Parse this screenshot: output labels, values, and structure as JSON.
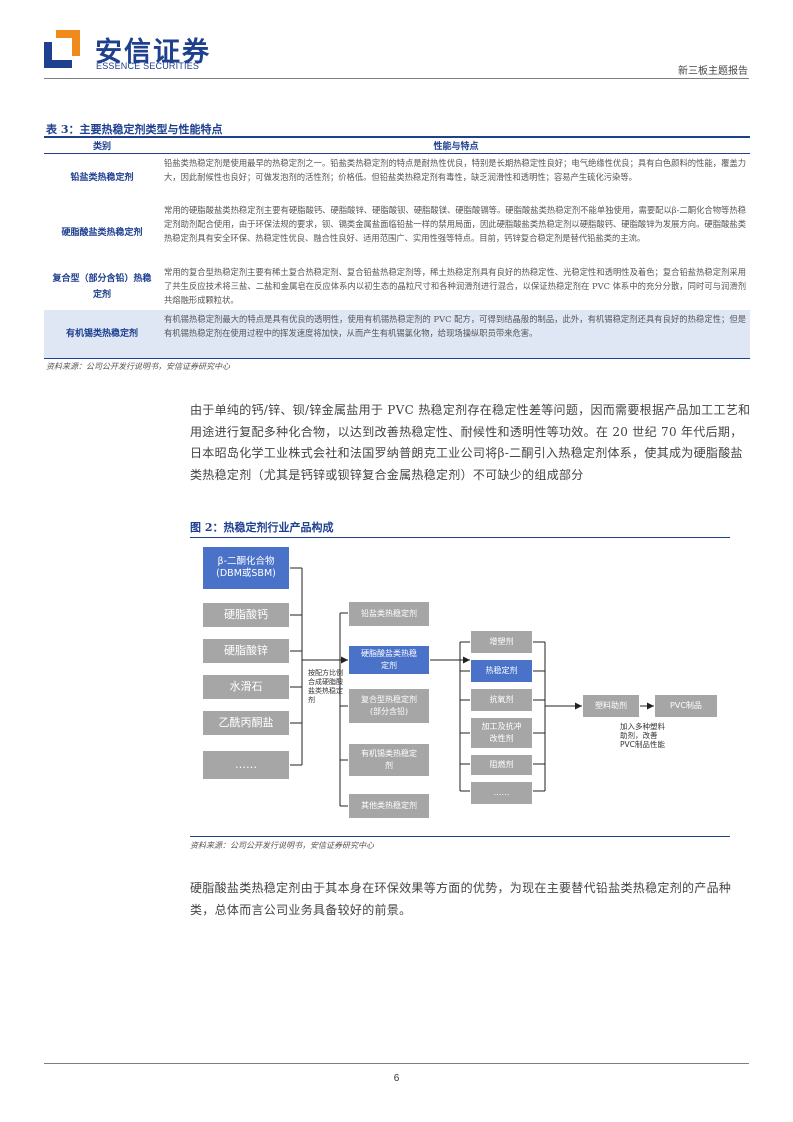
{
  "header": {
    "company_cn": "安信证券",
    "company_en": "ESSENCE SECURITIES",
    "report_type": "新三板主题报告"
  },
  "table": {
    "title": "表 3：主要热稳定剂类型与性能特点",
    "columns": [
      "类别",
      "性能与特点"
    ],
    "rows": [
      {
        "category": "铅盐类热稳定剂",
        "desc": "铅盐类热稳定剂是使用最早的热稳定剂之一。铅盐类热稳定剂的特点是耐热性优良，特别是长期热稳定性良好；电气绝缘性优良；具有白色颜料的性能，覆盖力大，因此耐候性也良好；可做发泡剂的活性剂；价格低。但铅盐类热稳定剂有毒性，缺乏润滑性和透明性；容易产生硫化污染等。"
      },
      {
        "category": "硬脂酸盐类热稳定剂",
        "desc": "常用的硬脂酸盐类热稳定剂主要有硬脂酸钙、硬脂酸锌、硬脂酸钡、硬脂酸镁、硬脂酸镉等。硬脂酸盐类热稳定剂不能单独使用，需要配以β-二酮化合物等热稳定剂助剂配合使用，由于环保法规的要求，钡、镉类金属盐面临铅盐一样的禁用局面，因此硬脂酸盐类热稳定剂以硬脂酸钙、硬脂酸锌为发展方向。硬脂酸盐类热稳定剂具有安全环保、热稳定性优良、融合性良好、适用范围广、实用性强等特点。目前，钙锌复合稳定剂是替代铅盐类的主流。"
      },
      {
        "category": "复合型（部分含铅）热稳定剂",
        "desc": "常用的复合型热稳定剂主要有稀土复合热稳定剂、复合铅盐热稳定剂等，稀土热稳定剂具有良好的热稳定性、光稳定性和透明性及着色；复合铅盐热稳定剂采用了共生反应技术将三盐、二盐和金属皂在反应体系内以初生态的晶粒尺寸和各种润滑剂进行混合，以保证热稳定剂在 PVC 体系中的充分分散，同时可与润滑剂共熔融形成颗粒状。"
      },
      {
        "category": "有机锡类热稳定剂",
        "desc": "有机锡热稳定剂最大的特点是具有优良的透明性，使用有机锡热稳定剂的 PVC 配方，可得到结晶般的制品，此外，有机锡稳定剂还具有良好的热稳定性；但是有机锡热稳定剂在使用过程中的挥发速度将加快，从而产生有机锡氯化物，给现场操纵职员带来危害。"
      }
    ],
    "source": "资料来源：公司公开发行说明书，安信证券研究中心"
  },
  "body": {
    "para1": "由于单纯的钙/锌、钡/锌金属盐用于 PVC 热稳定剂存在稳定性差等问题，因而需要根据产品加工工艺和用途进行复配多种化合物，以达到改善热稳定性、耐候性和透明性等功效。在 20 世纪 70 年代后期，日本昭岛化学工业株式会社和法国罗纳普朗克工业公司将β-二酮引入热稳定剂体系，使其成为硬脂酸盐类热稳定剂（尤其是钙锌或钡锌复合金属热稳定剂）不可缺少的组成部分",
    "para2": "硬脂酸盐类热稳定剂由于其本身在环保效果等方面的优势，为现在主要替代铅盐类热稳定剂的产品种类，总体而言公司业务具备较好的前景。"
  },
  "figure": {
    "title": "图 2：热稳定剂行业产品构成",
    "source": "资料来源：公司公开发行说明书，安信证券研究中心",
    "col1": [
      "β-二酮化合物\n(DBM或SBM)",
      "硬脂酸钙",
      "硬脂酸锌",
      "水滑石",
      "乙酰丙酮盐",
      "……"
    ],
    "note1": "按配方比例\n合成硬脂酸\n盐类热稳定\n剂",
    "col2": [
      "铅盐类热稳定剂",
      "硬脂酸盐类热稳\n定剂",
      "复合型热稳定剂\n(部分含铅)",
      "有机锡类热稳定\n剂",
      "其他类热稳定剂"
    ],
    "col3": [
      "增塑剂",
      "热稳定剂",
      "抗氧剂",
      "加工及抗冲\n改性剂",
      "阻燃剂",
      "……"
    ],
    "col4": "塑料助剂",
    "note2": "加入多种塑料\n助剂，改善\nPVC制品性能",
    "col5": "PVC制品"
  },
  "footer": {
    "page_number": "6"
  }
}
